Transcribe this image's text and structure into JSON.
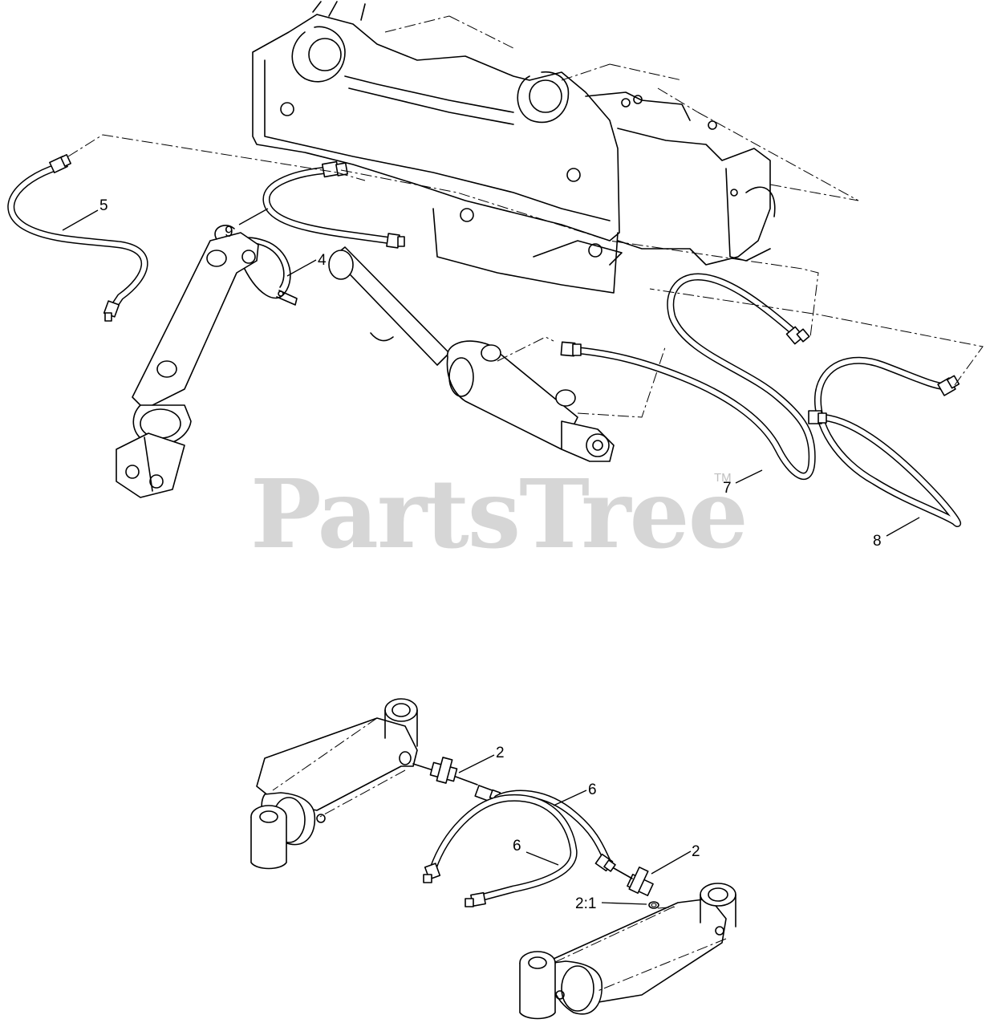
{
  "watermark": {
    "brand": "PartsTree",
    "trademark": "TM"
  },
  "callouts": [
    {
      "id": "callout-5",
      "label": "5"
    },
    {
      "id": "callout-9",
      "label": "9"
    },
    {
      "id": "callout-4",
      "label": "4"
    },
    {
      "id": "callout-7",
      "label": "7"
    },
    {
      "id": "callout-8",
      "label": "8"
    },
    {
      "id": "callout-2-top",
      "label": "2"
    },
    {
      "id": "callout-6-right",
      "label": "6"
    },
    {
      "id": "callout-6-left",
      "label": "6"
    },
    {
      "id": "callout-2-bottom",
      "label": "2"
    },
    {
      "id": "callout-2-1",
      "label": "2:1"
    }
  ]
}
